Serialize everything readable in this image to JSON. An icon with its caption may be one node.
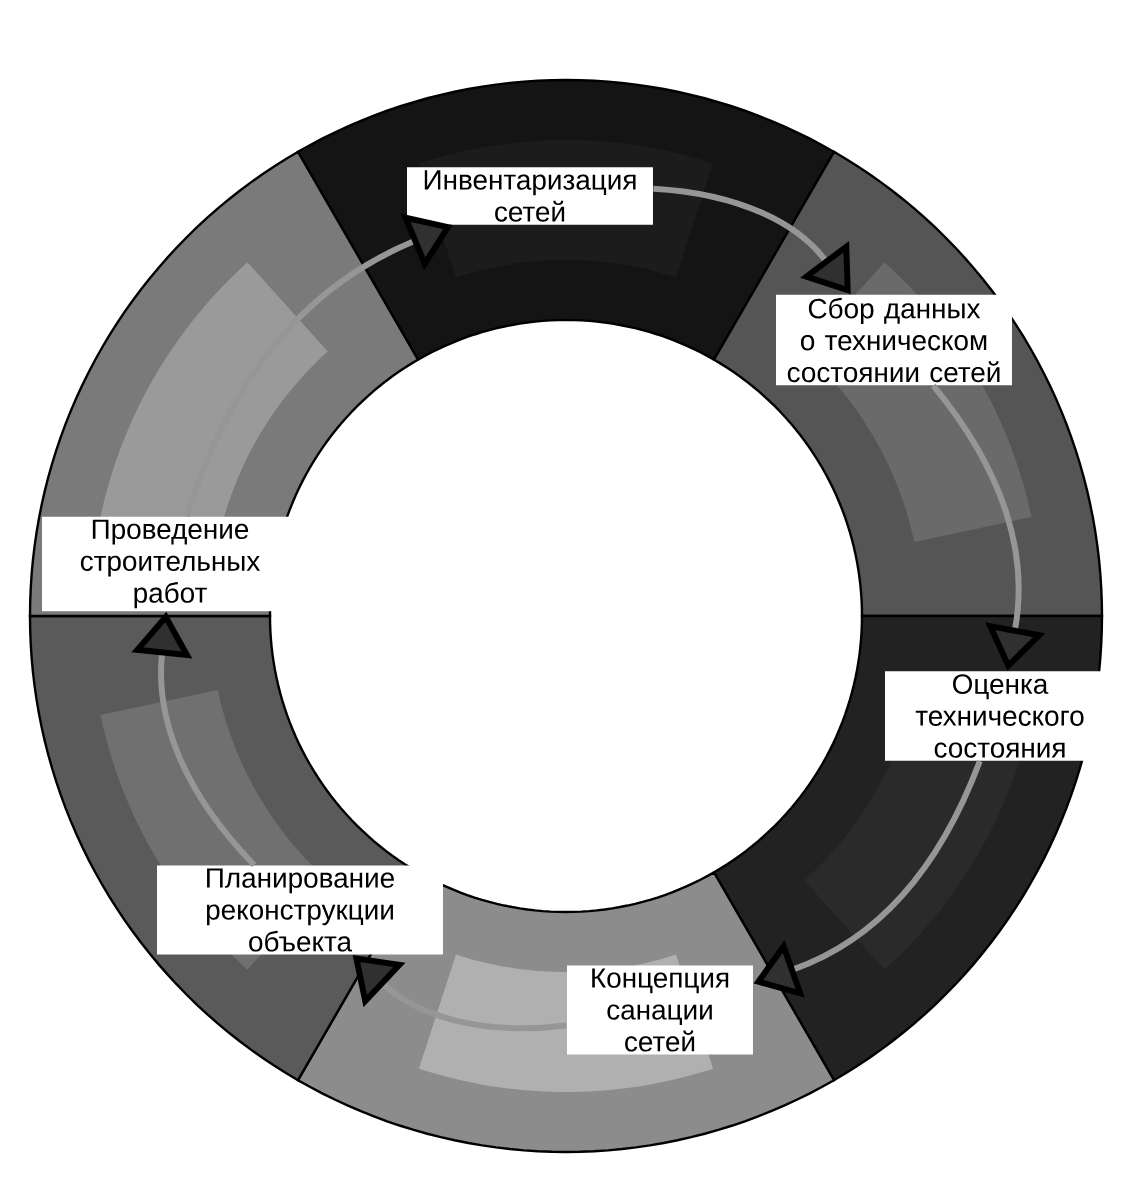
{
  "diagram": {
    "nodes": [
      {
        "text": [
          "Инвентаризация сетей"
        ]
      },
      {
        "text": [
          "Сбор данных о техническом состоянии сетей"
        ]
      },
      {
        "text": [
          "Оценка технического состояния"
        ]
      },
      {
        "text": [
          "Концепция санации сетей"
        ]
      },
      {
        "text": [
          "Планирование реконструкции объекта"
        ]
      },
      {
        "text": [
          "Проведение строительных работ"
        ]
      }
    ],
    "edges": [
      {
        "from": 0,
        "to": 1,
        "arrow": "to"
      },
      {
        "from": 1,
        "to": 2,
        "arrow": "to"
      },
      {
        "from": 2,
        "to": 3,
        "arrow": "to"
      },
      {
        "from": 3,
        "to": 4,
        "arrow": "to"
      },
      {
        "from": 4,
        "to": 5,
        "arrow": "to"
      },
      {
        "from": 5,
        "to": 0,
        "arrow": "to"
      }
    ]
  }
}
